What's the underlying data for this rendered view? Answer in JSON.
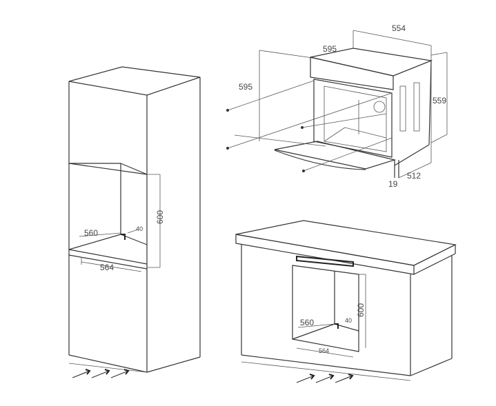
{
  "oven": {
    "width_top": "554",
    "width_front": "595",
    "height": "595",
    "depth_side": "559",
    "door_thickness": "19",
    "depth_bottom": "512"
  },
  "tall_cabinet": {
    "niche_depth": "560",
    "niche_height": "600",
    "niche_width": "564",
    "gap": "40"
  },
  "base_cabinet": {
    "niche_depth": "560",
    "niche_height": "600",
    "niche_width": "564",
    "gap": "40"
  }
}
